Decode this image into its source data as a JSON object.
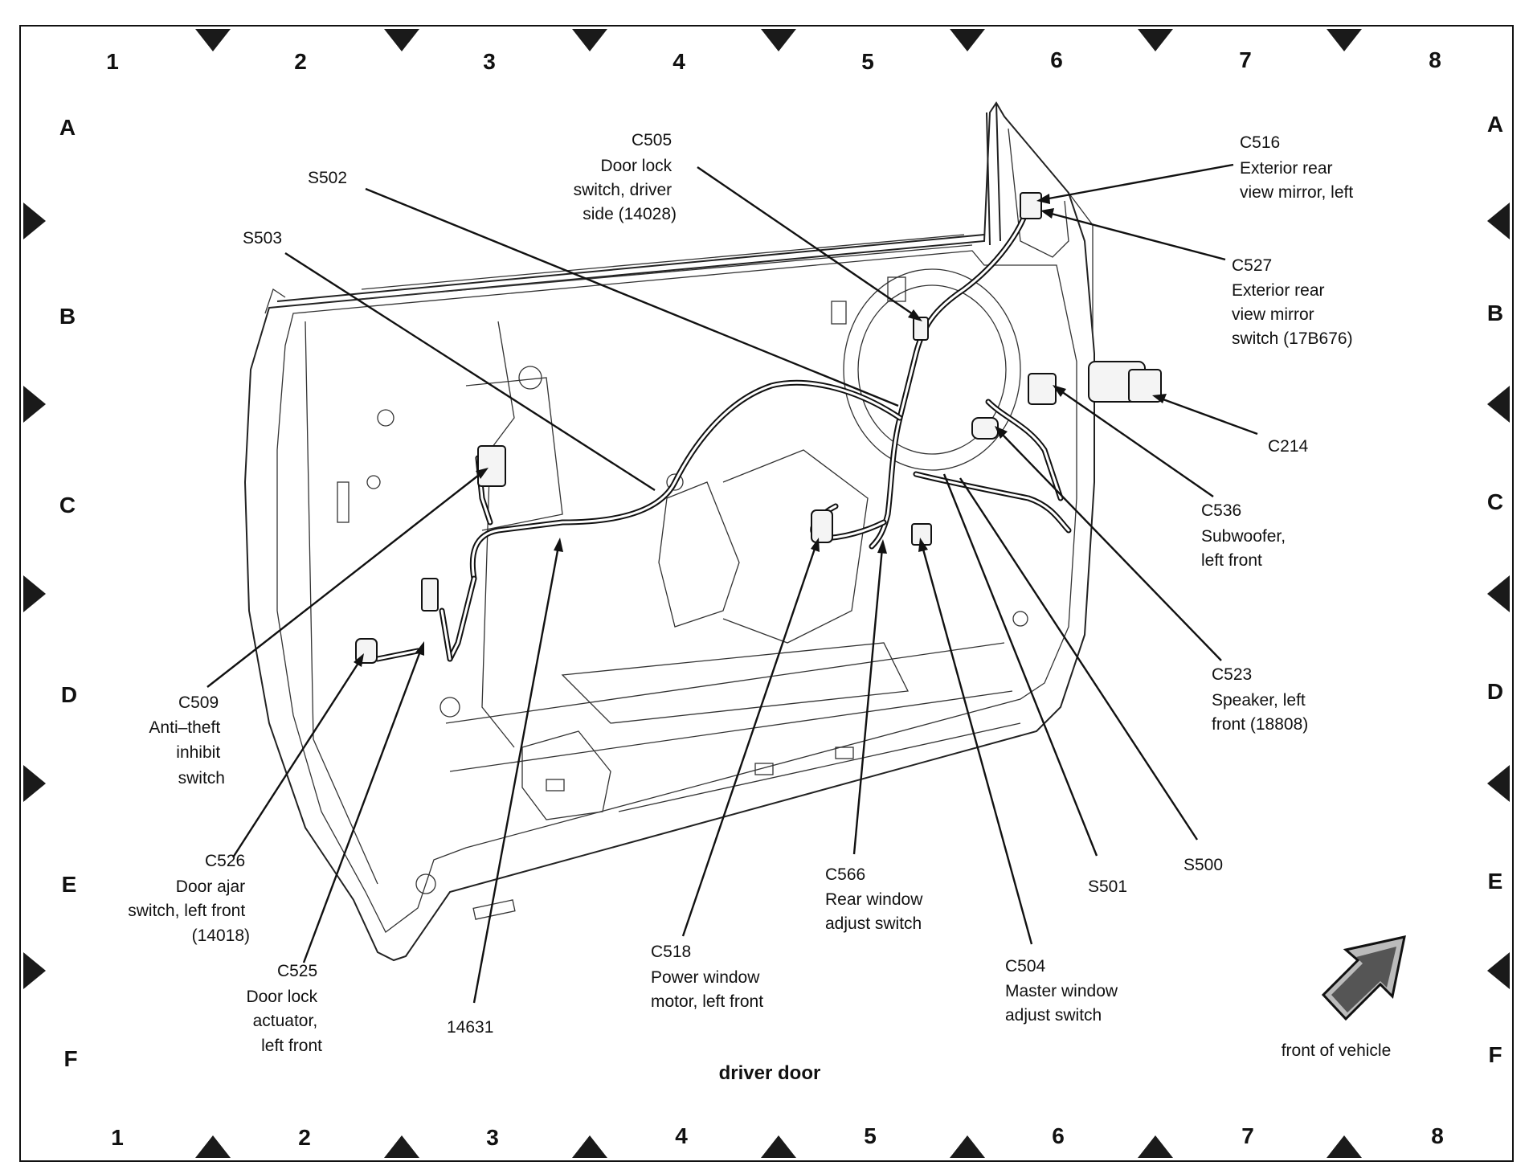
{
  "diagram": {
    "title": "driver door",
    "grid": {
      "columns": [
        "1",
        "2",
        "3",
        "4",
        "5",
        "6",
        "7",
        "8"
      ],
      "rows": [
        "A",
        "B",
        "C",
        "D",
        "E",
        "F"
      ]
    },
    "callouts": {
      "c505": [
        "C505",
        "Door lock",
        "switch, driver",
        "side (14028)"
      ],
      "s502": [
        "S502"
      ],
      "s503": [
        "S503"
      ],
      "c516": [
        "C516",
        "Exterior rear",
        "view mirror, left"
      ],
      "c527": [
        "C527",
        "Exterior rear",
        "view mirror",
        "switch (17B676)"
      ],
      "c214": [
        "C214"
      ],
      "c536": [
        "C536",
        "Subwoofer,",
        "left front"
      ],
      "c523": [
        "C523",
        "Speaker, left",
        "front (18808)"
      ],
      "c509": [
        "C509",
        "Anti–theft",
        "inhibit",
        "switch"
      ],
      "c526": [
        "C526",
        "Door ajar",
        "switch, left front",
        "(14018)"
      ],
      "c525": [
        "C525",
        "Door lock",
        "actuator,",
        "left front"
      ],
      "w14631": [
        "14631"
      ],
      "c518": [
        "C518",
        "Power window",
        "motor, left front"
      ],
      "c566": [
        "C566",
        "Rear window",
        "adjust switch"
      ],
      "c504": [
        "C504",
        "Master window",
        "adjust switch"
      ],
      "s501": [
        "S501"
      ],
      "s500": [
        "S500"
      ]
    },
    "front_indicator": "front of vehicle"
  }
}
